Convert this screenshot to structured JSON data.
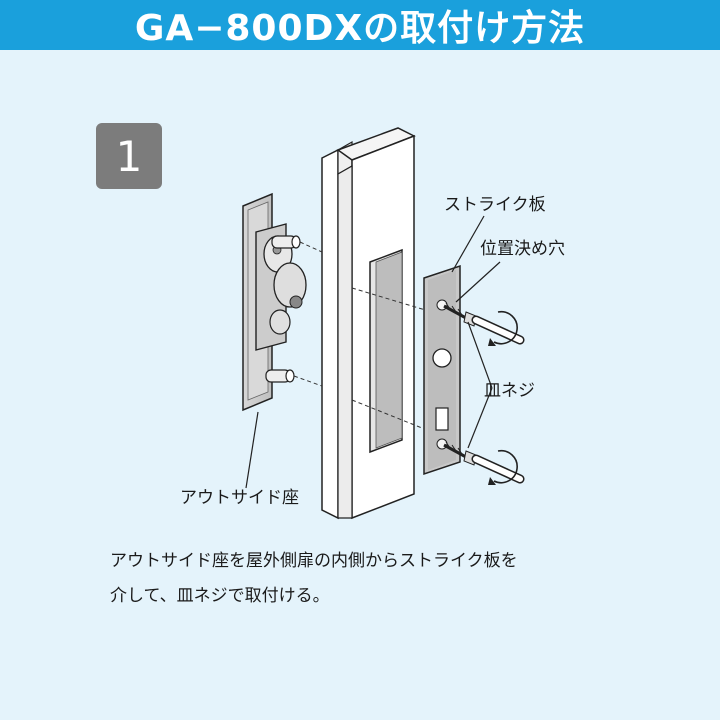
{
  "header": {
    "title": "GA−800DXの取付け方法"
  },
  "step": {
    "number": "1"
  },
  "labels": {
    "strike_plate": "ストライク板",
    "positioning_hole": "位置決め穴",
    "countersunk_screw": "皿ネジ",
    "outside_seat": "アウトサイド座"
  },
  "caption": {
    "line1": "アウトサイド座を屋外側扉の内側からストライク板を",
    "line2": "介して、皿ネジで取付ける。"
  },
  "colors": {
    "header_bg": "#1aa0dc",
    "background": "#e4f3fb",
    "badge_bg": "#7c7c7c"
  }
}
